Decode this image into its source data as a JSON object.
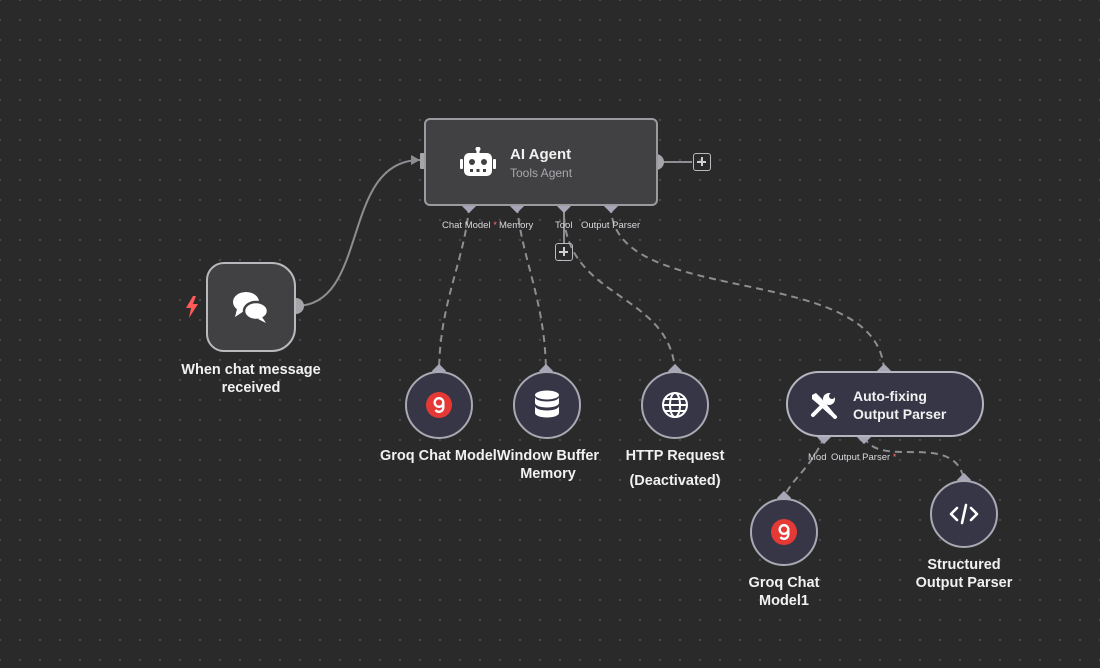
{
  "nodes": {
    "trigger": {
      "label_line1": "When chat message",
      "label_line2": "received",
      "icon": "chat-bubbles-icon"
    },
    "agent": {
      "title": "AI Agent",
      "subtitle": "Tools Agent",
      "icon": "robot-icon",
      "ports": {
        "chat_model": "Chat Model",
        "chat_model_required": "*",
        "memory": "Memory",
        "tool": "Tool",
        "output_parser": "Output Parser"
      }
    },
    "groq1": {
      "label": "Groq Chat Model",
      "icon": "groq-icon"
    },
    "memory": {
      "label_line1": "Window Buffer",
      "label_line2": "Memory",
      "icon": "database-icon"
    },
    "http": {
      "label_line1": "HTTP Request",
      "label_line2": "(Deactivated)",
      "icon": "globe-icon"
    },
    "autofix": {
      "label_line1": "Auto-fixing",
      "label_line2": "Output Parser",
      "icon": "tools-icon",
      "ports": {
        "model": "Mod",
        "output_parser": "Output Parser",
        "output_parser_required": "*"
      }
    },
    "groq2": {
      "label_line1": "Groq Chat",
      "label_line2": "Model1",
      "icon": "groq-icon"
    },
    "structured": {
      "label_line1": "Structured",
      "label_line2": "Output Parser",
      "icon": "code-icon"
    }
  },
  "colors": {
    "canvas_bg": "#2a2a2b",
    "node_bg": "#414143",
    "sub_node_bg": "#363646",
    "connection": "#8e8e92",
    "port": "#a6a6b6",
    "groq_red": "#e53935",
    "required": "#ff6f6f",
    "trigger_bolt": "#ff5a5a"
  }
}
